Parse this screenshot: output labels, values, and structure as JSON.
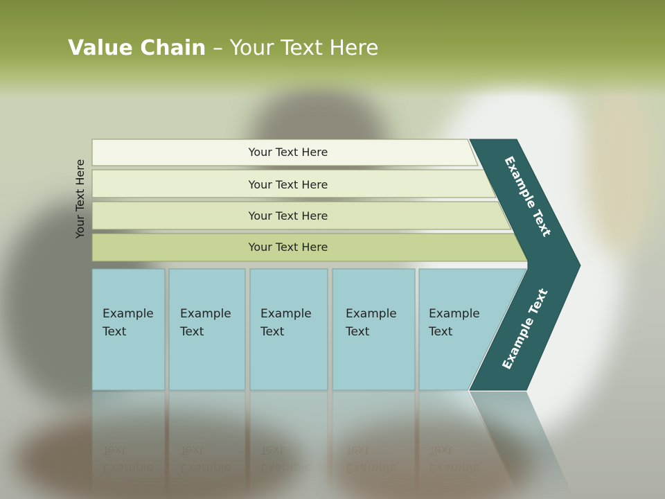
{
  "slide": {
    "title_bold": "Value Chain",
    "title_rest": " – Your Text Here",
    "side_label": "Your Text Here"
  },
  "bars": [
    {
      "label": "Your Text Here",
      "color": "#f3f5e7"
    },
    {
      "label": "Your Text Here",
      "color": "#e8eed2"
    },
    {
      "label": "Your Text Here",
      "color": "#dce4bd"
    },
    {
      "label": "Your Text Here",
      "color": "#c6d498"
    }
  ],
  "boxes": [
    {
      "line1": "Example",
      "line2": "Text"
    },
    {
      "line1": "Example",
      "line2": "Text"
    },
    {
      "line1": "Example",
      "line2": "Text"
    },
    {
      "line1": "Example",
      "line2": "Text"
    },
    {
      "line1": "Example",
      "line2": "Text"
    }
  ],
  "chevron": {
    "upper_label": "Example Text",
    "lower_label": "Example Text",
    "color": "#2f6262"
  },
  "colors": {
    "box_fill": "#a2cdd0",
    "header": "#8a9c48"
  }
}
